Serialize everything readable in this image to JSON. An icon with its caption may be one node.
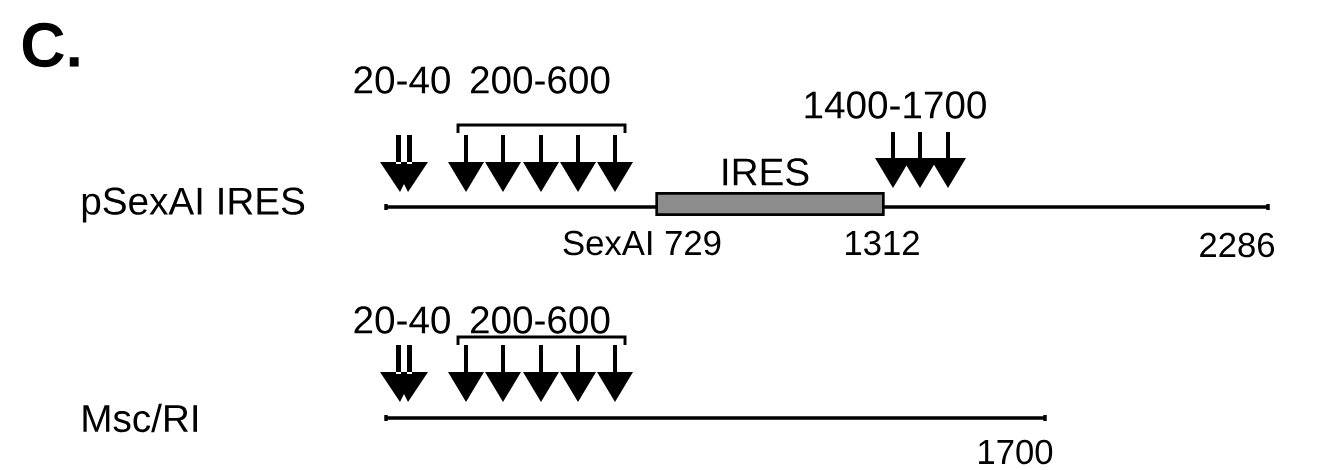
{
  "diagram": {
    "nodes": [
      {
        "text": [
          "IRES"
        ]
      }
    ],
    "labels": [
      "C.",
      "20-40",
      "200-600",
      "1400-1700",
      "pSexAI IRES",
      "SexAI 729",
      "1312",
      "2286",
      "20-40",
      "200-600",
      "Msc/RI",
      "1700"
    ]
  }
}
